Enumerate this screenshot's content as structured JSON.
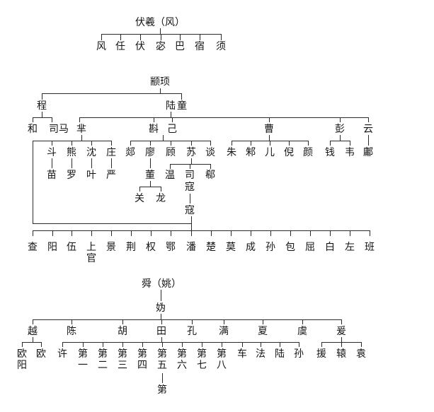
{
  "tree_fuxi": {
    "root": "伏羲（风）",
    "children": [
      "风",
      "任",
      "伏",
      "宓",
      "巴",
      "宿",
      "须"
    ]
  },
  "tree_zhuanxu": {
    "root": "颛顼",
    "level1": [
      "程",
      "陆",
      "童"
    ],
    "cheng_children": [
      "和",
      "司马"
    ],
    "lu_children": [
      "芈",
      "斟",
      "己",
      "曹",
      "彭",
      "云"
    ],
    "mi_children": [
      "斗",
      "熊",
      "沈",
      "庄"
    ],
    "dou_child": "苗",
    "xiong_child": "罗",
    "shen_child": "叶",
    "zhuang_child": "严",
    "ji_children": [
      "郯",
      "廖",
      "顾",
      "苏",
      "谈"
    ],
    "liao_child": "董",
    "dong_children": [
      "关",
      "龙"
    ],
    "su_children": [
      "温",
      "司",
      "郗"
    ],
    "su_si_second": "寇",
    "kou": "寇",
    "cao_children": [
      "朱",
      "邾",
      "儿",
      "倪",
      "颜"
    ],
    "peng_children": [
      "钱",
      "韦"
    ],
    "yun_child": "鄘",
    "bottom_row": [
      "查",
      "阳",
      "伍",
      "上",
      "景",
      "荆",
      "权",
      "鄂",
      "潘",
      "楚",
      "莫",
      "成",
      "孙",
      "包",
      "屈",
      "白",
      "左",
      "班"
    ],
    "shang_second": "官"
  },
  "tree_shun": {
    "root": "舜（姚）",
    "child": "妫",
    "level2": [
      "越",
      "陈",
      "胡",
      "田",
      "孔",
      "满",
      "夏",
      "虞",
      "爰"
    ],
    "yue_children": [
      "欧",
      "欧"
    ],
    "yue_first_second": "阳",
    "tian_children": [
      "许",
      "第",
      "第",
      "第",
      "第",
      "第",
      "第",
      "第",
      "第",
      "车",
      "法",
      "陆",
      "孙"
    ],
    "tian_children_second": [
      "",
      "一",
      "二",
      "三",
      "四",
      "五",
      "六",
      "七",
      "八",
      "",
      "",
      "",
      ""
    ],
    "di5_below": "第",
    "yuan_children": [
      "援",
      "辕",
      "袁"
    ]
  }
}
